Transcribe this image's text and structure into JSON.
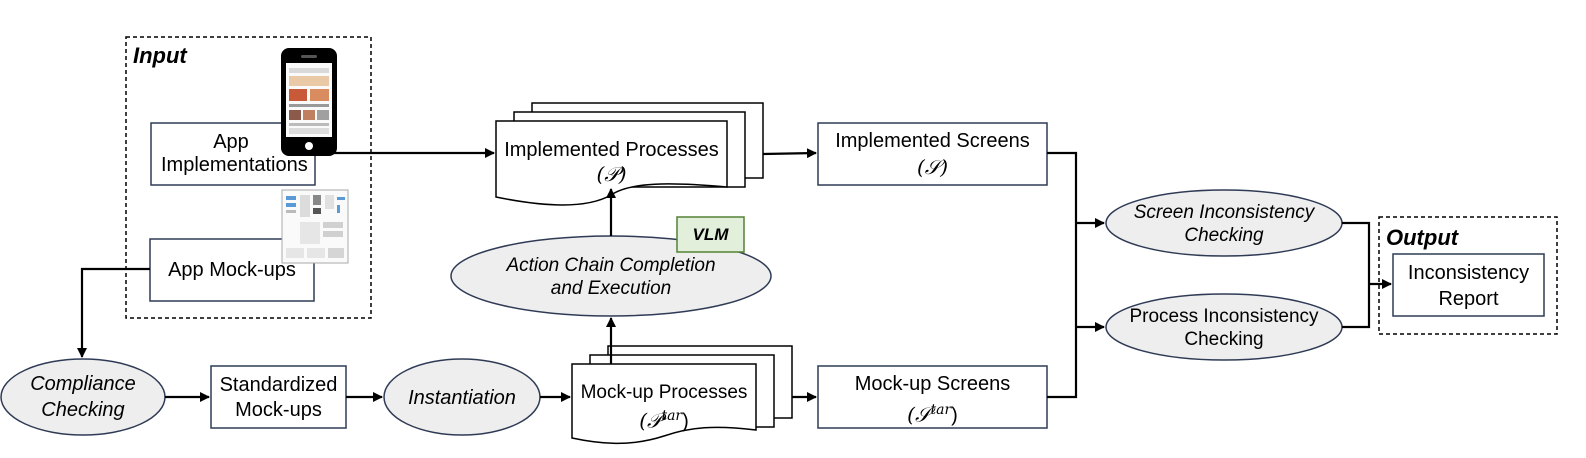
{
  "input": {
    "title": "Input",
    "app_impl": "App Implementations",
    "app_mockups": "App Mock-ups"
  },
  "output": {
    "title": "Output",
    "report_line1": "Inconsistency",
    "report_line2": "Report"
  },
  "process": {
    "compliance_line1": "Compliance",
    "compliance_line2": "Checking",
    "standardized_line1": "Standardized",
    "standardized_line2": "Mock-ups",
    "instantiation": "Instantiation",
    "mockup_processes": "Mock-up Processes",
    "mockup_processes_symbol": "(𝒫",
    "mockup_processes_sup": "tar",
    "mockup_processes_close": ")",
    "mockup_screens": "Mock-up Screens",
    "mockup_screens_symbol": "(𝒮",
    "mockup_screens_sup": "tar",
    "mockup_screens_close": ")",
    "impl_processes": "Implemented Processes",
    "impl_processes_symbol": "(𝒫)",
    "impl_screens": "Implemented Screens",
    "impl_screens_symbol": "(𝒮)",
    "action_line1": "Action Chain Completion",
    "action_line2": "and Execution",
    "vlm": "VLM",
    "screen_check_line1": "Screen Inconsistency",
    "screen_check_line2": "Checking",
    "process_check_line1": "Process Inconsistency",
    "process_check_line2": "Checking"
  },
  "colors": {
    "box_border": "#2f3b55",
    "ellipse_fill": "#eeeeee",
    "vlm_fill": "#e2efda",
    "vlm_border": "#548235"
  }
}
